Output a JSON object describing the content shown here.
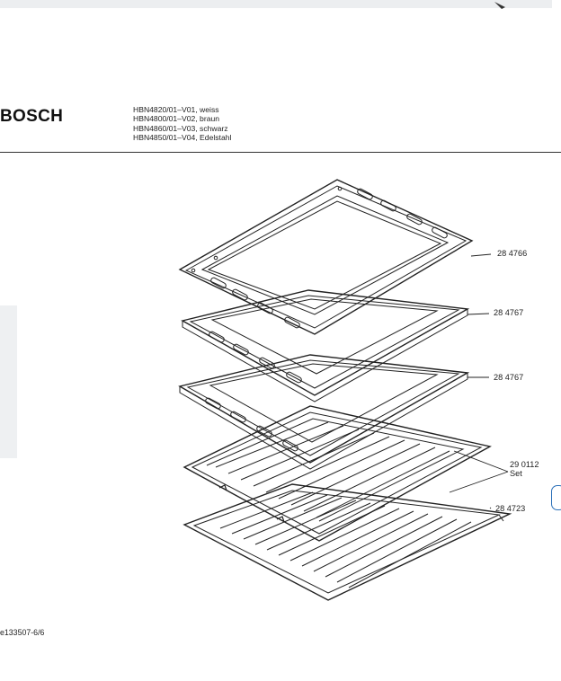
{
  "header": {
    "brand": "BOSCH",
    "models": [
      "HBN4820/01–V01, weiss",
      "HBN4800/01–V02, braun",
      "HBN4860/01–V03, schwarz",
      "HBN4850/01–V04, Edelstahl"
    ]
  },
  "parts": [
    {
      "number": "28 4766"
    },
    {
      "number": "28 4767"
    },
    {
      "number": "28 4767"
    },
    {
      "number": "29 0112",
      "note": "Set"
    },
    {
      "number": "28 4723"
    }
  ],
  "footer": {
    "document_id": "e133507-6/6"
  },
  "colors": {
    "line": "#222222",
    "accent": "#2a6fb8",
    "panel": "#eef0f2"
  }
}
